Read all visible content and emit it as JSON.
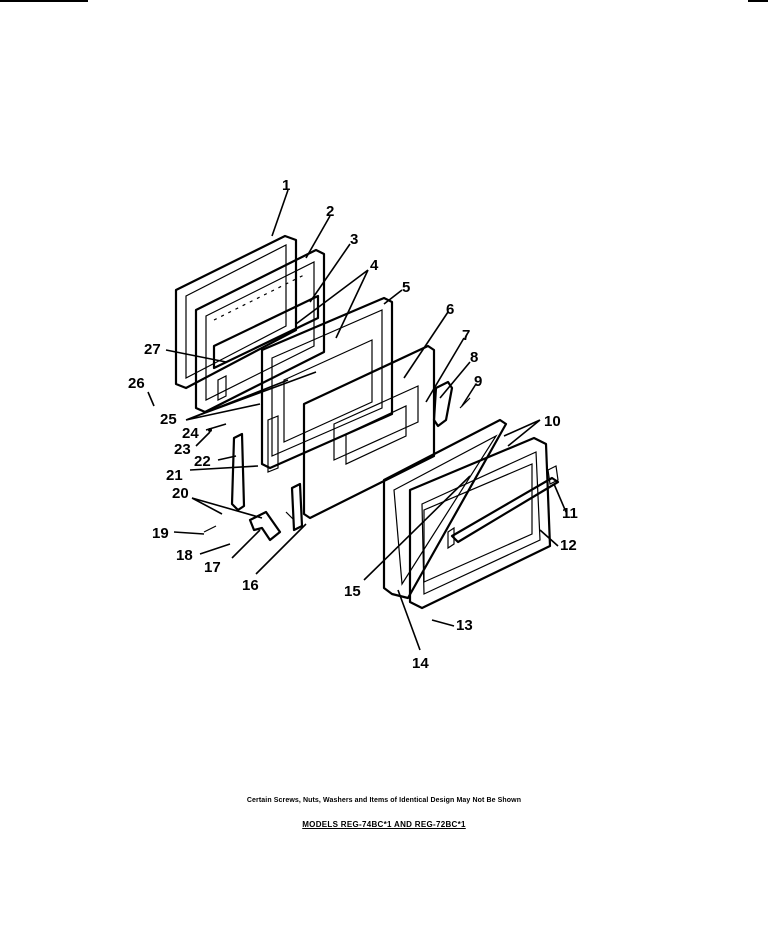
{
  "diagram": {
    "callouts": [
      "1",
      "2",
      "3",
      "4",
      "5",
      "6",
      "7",
      "8",
      "9",
      "10",
      "11",
      "12",
      "13",
      "14",
      "15",
      "16",
      "17",
      "18",
      "19",
      "20",
      "21",
      "22",
      "23",
      "24",
      "25",
      "26",
      "27"
    ]
  },
  "footer": {
    "note": "Certain Screws, Nuts, Washers and Items of Identical Design May Not Be Shown",
    "models": "MODELS REG-74BC*1 AND REG-72BC*1"
  }
}
